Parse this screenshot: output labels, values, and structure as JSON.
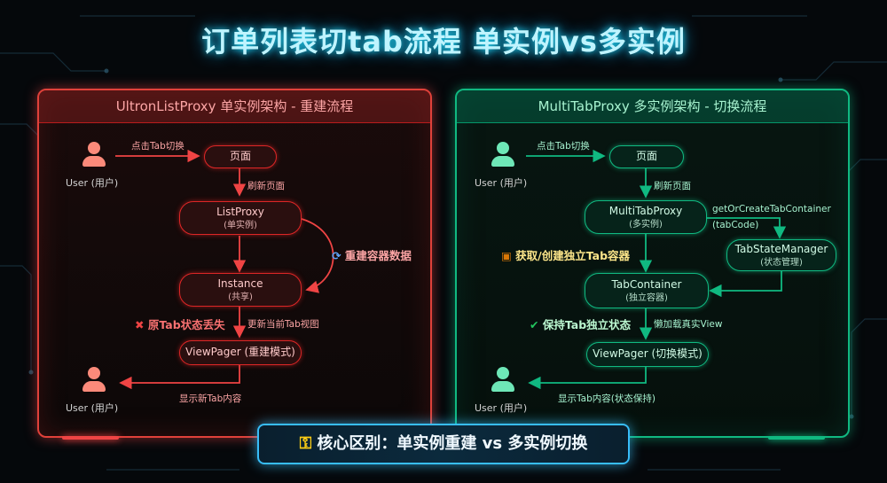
{
  "title": "订单列表切tab流程 单实例vs多实例",
  "left": {
    "header": "UltronListProxy 单实例架构 - 重建流程",
    "user_top": "User (用户)",
    "user_bottom": "User (用户)",
    "edge_click": "点击Tab切换",
    "node_page": "页面",
    "edge_refresh": "刷新页面",
    "node_proxy": "ListProxy",
    "node_proxy_sub": "(单实例)",
    "edge_rebuild": "重建容器数据",
    "node_instance": "Instance",
    "node_instance_sub": "(共享)",
    "note_lost": "原Tab状态丢失",
    "edge_update": "更新当前Tab视图",
    "node_viewpager": "ViewPager (重建模式)",
    "edge_show": "显示新Tab内容"
  },
  "right": {
    "header": "MultiTabProxy 多实例架构 - 切换流程",
    "user_top": "User (用户)",
    "user_bottom": "User (用户)",
    "edge_click": "点击Tab切换",
    "node_page": "页面",
    "edge_refresh": "刷新页面",
    "node_proxy": "MultiTabProxy",
    "node_proxy_sub": "(多实例)",
    "edge_get": "getOrCreateTabContainer",
    "edge_get_sub": "(tabCode)",
    "node_state": "TabStateManager",
    "node_state_sub": "(状态管理)",
    "note_get": "获取/创建独立Tab容器",
    "node_container": "TabContainer",
    "node_container_sub": "(独立容器)",
    "note_keep": "保持Tab独立状态",
    "edge_load": "懒加载真实View",
    "node_viewpager": "ViewPager (切换模式)",
    "edge_show": "显示Tab内容(状态保持)"
  },
  "summary": "核心区别：单实例重建 vs 多实例切换",
  "icons": {
    "rebuild": "refresh-icon",
    "lost": "cross-mark-icon",
    "box": "package-icon",
    "check": "check-mark-icon",
    "key": "key-icon"
  },
  "colors": {
    "left_accent": "#ef4444",
    "right_accent": "#10b981",
    "title_glow": "#22d3ee",
    "summary_border": "#38bdf8"
  }
}
